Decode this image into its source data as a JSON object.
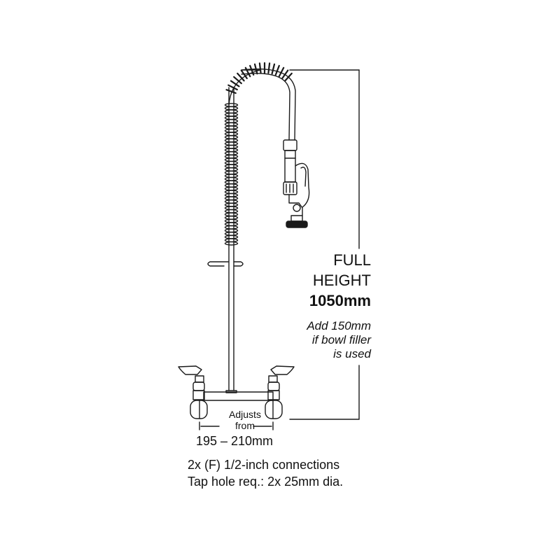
{
  "height_callout": {
    "line1": "FULL",
    "line2": "HEIGHT",
    "value": "1050mm"
  },
  "bowl_filler_note": {
    "line1": "Add 150mm",
    "line2": "if bowl filler",
    "line3": "is used"
  },
  "adjust_callout": {
    "line1": "Adjusts",
    "line2": "from",
    "range": "195 – 210mm"
  },
  "specs": {
    "connections": "2x (F) 1/2-inch connections",
    "tap_hole": "Tap hole req.: 2x 25mm dia."
  },
  "colors": {
    "line": "#1a1a1a",
    "background": "#ffffff"
  }
}
